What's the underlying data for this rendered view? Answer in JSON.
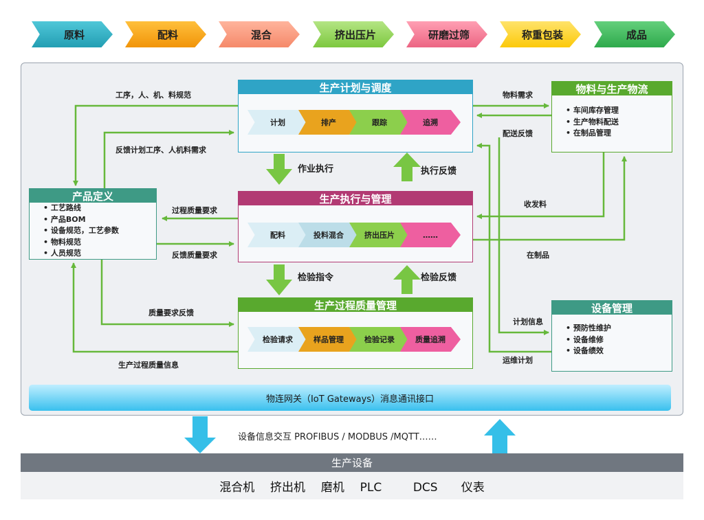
{
  "process_flow": [
    "原料",
    "配料",
    "混合",
    "挤出压片",
    "研磨过筛",
    "称重包装",
    "成品"
  ],
  "planning": {
    "title": "生产计划与调度",
    "steps": [
      "计划",
      "排产",
      "跟踪",
      "追溯"
    ]
  },
  "execution": {
    "title": "生产执行与管理",
    "steps": [
      "配料",
      "投料混合",
      "挤出压片",
      "……"
    ]
  },
  "quality": {
    "title": "生产过程质量管理",
    "steps": [
      "检验请求",
      "样品管理",
      "检验记录",
      "质量追溯"
    ]
  },
  "product_def": {
    "title": "产品定义",
    "items": [
      "工艺路线",
      "产品BOM",
      "设备规范，工艺参数",
      "物料规范",
      "人员规范"
    ]
  },
  "material": {
    "title": "物料与生产物流",
    "items": [
      "车间库存管理",
      "生产物料配送",
      "在制品管理"
    ]
  },
  "equipment": {
    "title": "设备管理",
    "items": [
      "预防性维护",
      "设备维修",
      "设备绩效"
    ]
  },
  "labels": {
    "spec": "工序，人、机、料规范",
    "feedback_plan": "反馈计划工序、人机料需求",
    "proc_quality_req": "过程质量要求",
    "feedback_quality_req": "反馈质量要求",
    "quality_req_feedback": "质量要求反馈",
    "proc_quality_info": "生产过程质量信息",
    "material_req": "物料需求",
    "delivery_feedback": "配送反馈",
    "receive_send": "收发料",
    "wip": "在制品",
    "plan_info": "计划信息",
    "maint_plan": "运维计划",
    "job_exec": "作业执行",
    "exec_feedback": "执行反馈",
    "inspect_cmd": "检验指令",
    "inspect_feedback": "检验反馈"
  },
  "iot": "物连网关（IoT Gateways）消息通讯接口",
  "protocol": "设备信息交互 PROFIBUS / MODBUS /MQTT……",
  "devices": {
    "title": "生产设备",
    "list": "混合机  挤出机  磨机  PLC    DCS   仪表"
  },
  "colors": {
    "teal": "#36b5c9",
    "orange": "#f5a01a",
    "salmon": "#f59a80",
    "green": "#8fd14f",
    "pink": "#f07a93",
    "yellow": "#ffd22e",
    "dkgreen": "#3fbb5e",
    "plan_hdr": "#2fa4c6",
    "exec_hdr": "#b23a73",
    "qual_hdr": "#59a92e",
    "side_hdr": "#3e9a85",
    "arrow": "#66b83b",
    "io_arrow": "#35bfe8"
  }
}
